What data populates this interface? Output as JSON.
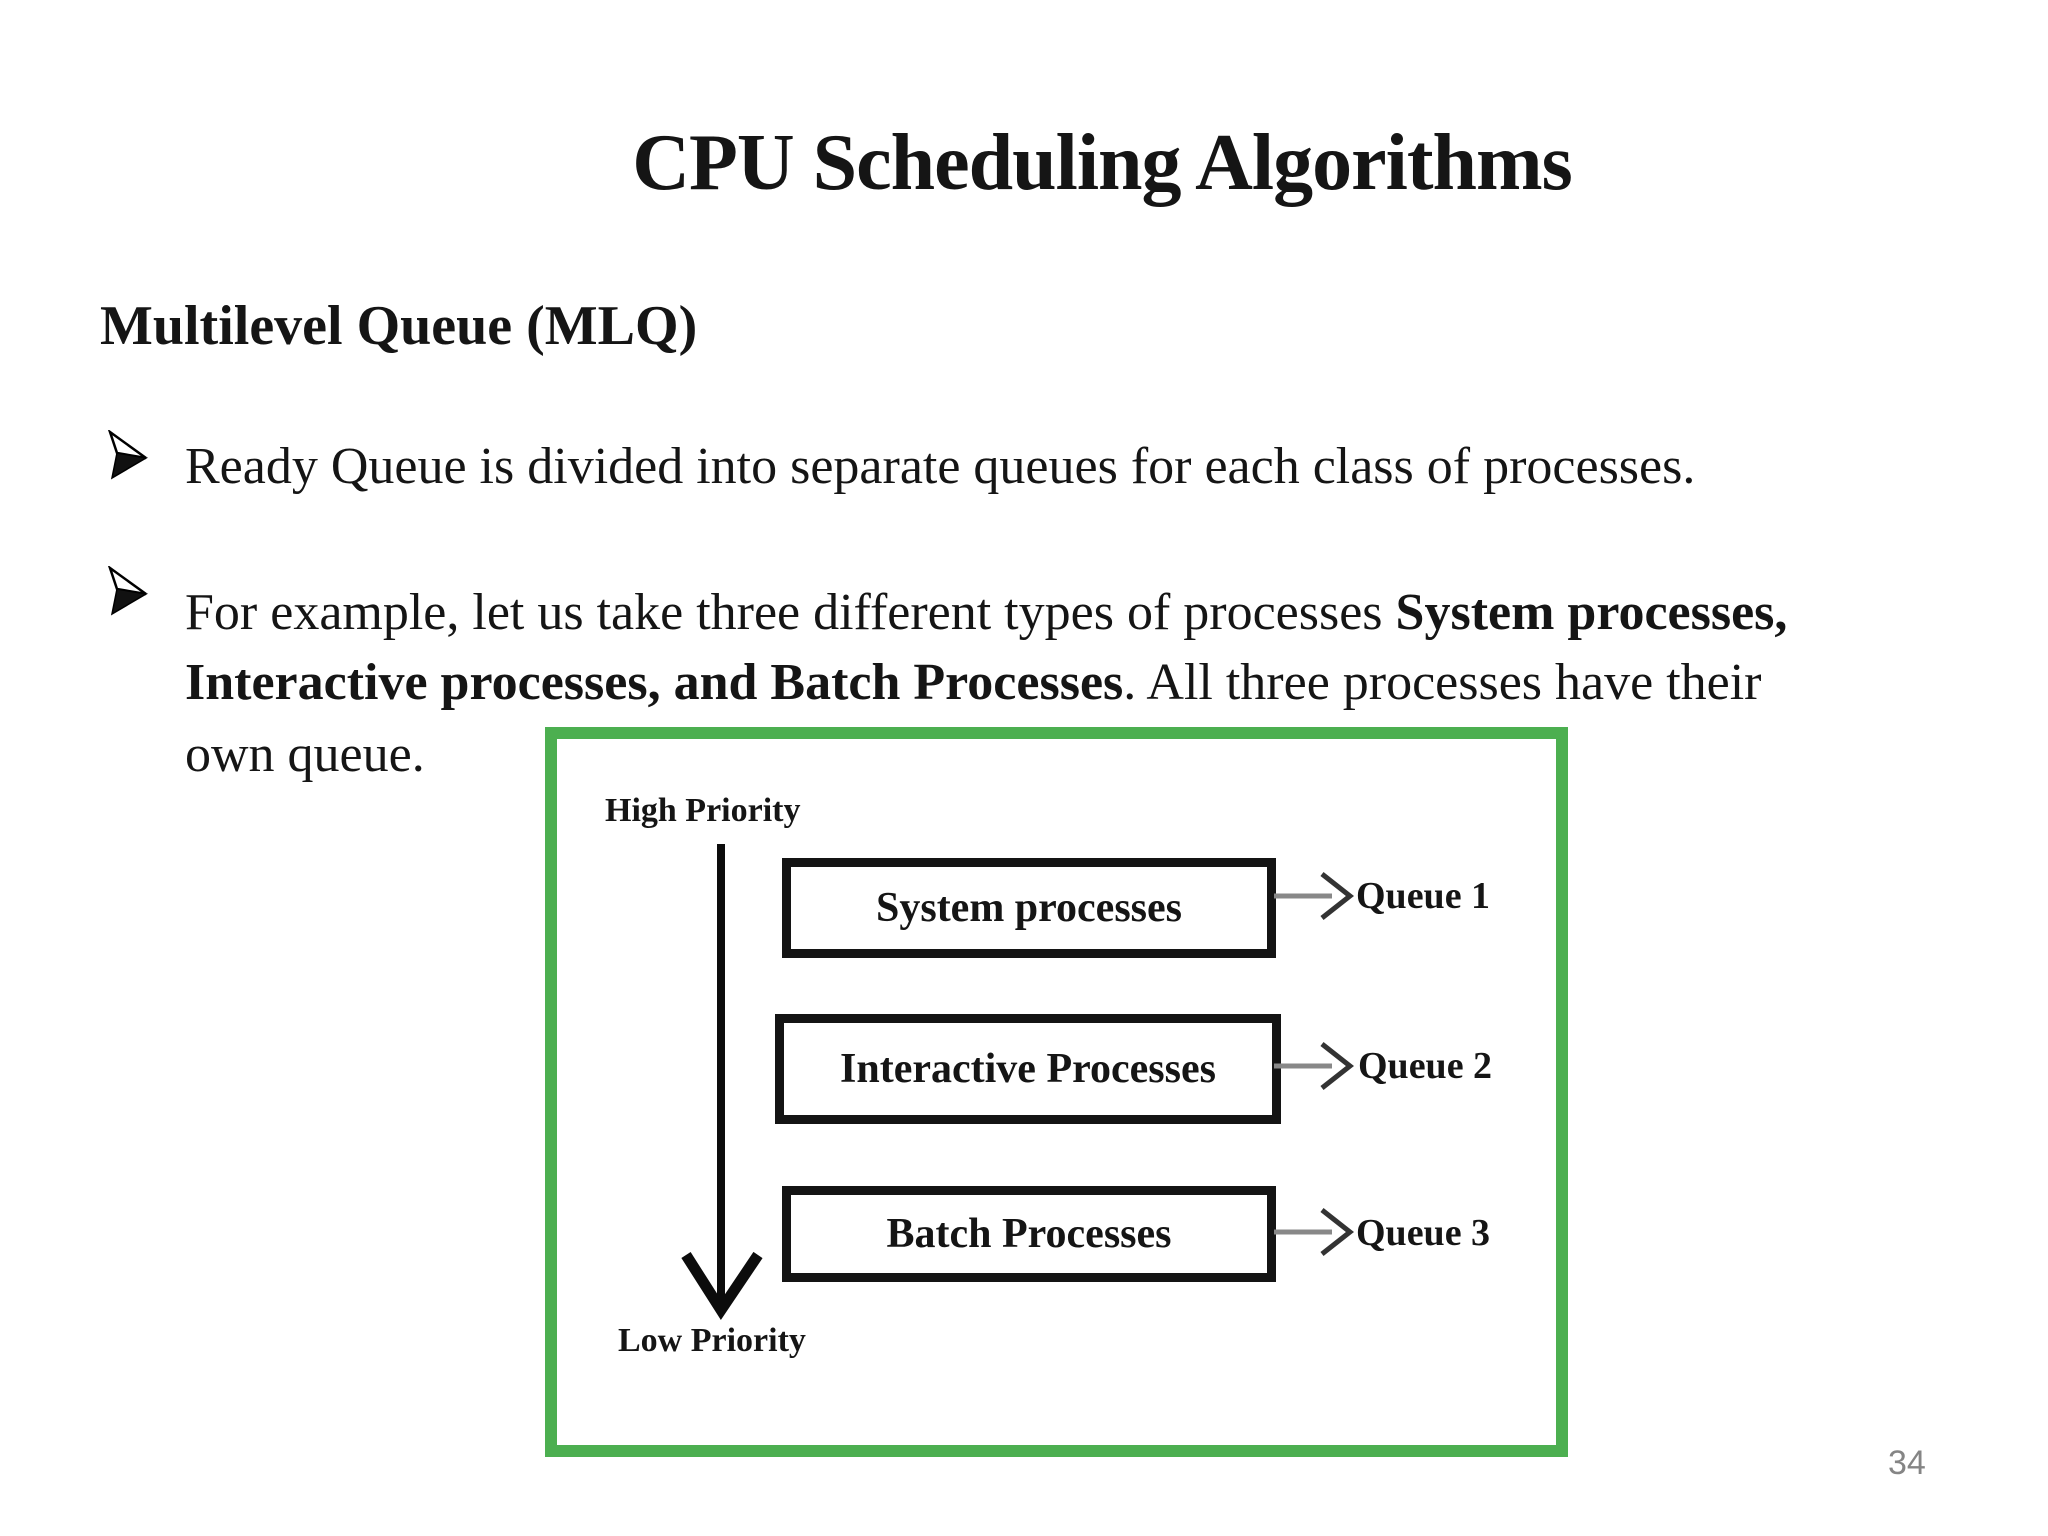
{
  "slide": {
    "title": "CPU Scheduling Algorithms",
    "subtitle": "Multilevel Queue (MLQ)",
    "bullets": {
      "item1": "Ready Queue is divided into separate queues for each class of processes.",
      "item2_line1_normal": "For example, let us take three different types of processes ",
      "item2_line1_bold": "System processes,",
      "item2_line2_bold": "Interactive processes, and Batch Processes",
      "item2_line2_normal": ". All three processes have their",
      "item2_line3": "own queue."
    },
    "page_number": "34"
  },
  "diagram": {
    "high_priority_label": "High Priority",
    "low_priority_label": "Low Priority",
    "boxes": [
      {
        "label": "System processes",
        "queue": "Queue 1"
      },
      {
        "label": "Interactive Processes",
        "queue": "Queue 2"
      },
      {
        "label": "Batch Processes",
        "queue": "Queue 3"
      }
    ],
    "colors": {
      "frame_green": "#4caf50",
      "box_border": "#141414",
      "arrow_line": "#888888",
      "arrow_head": "#333333",
      "text": "#151515",
      "page_number_gray": "#858585"
    }
  }
}
